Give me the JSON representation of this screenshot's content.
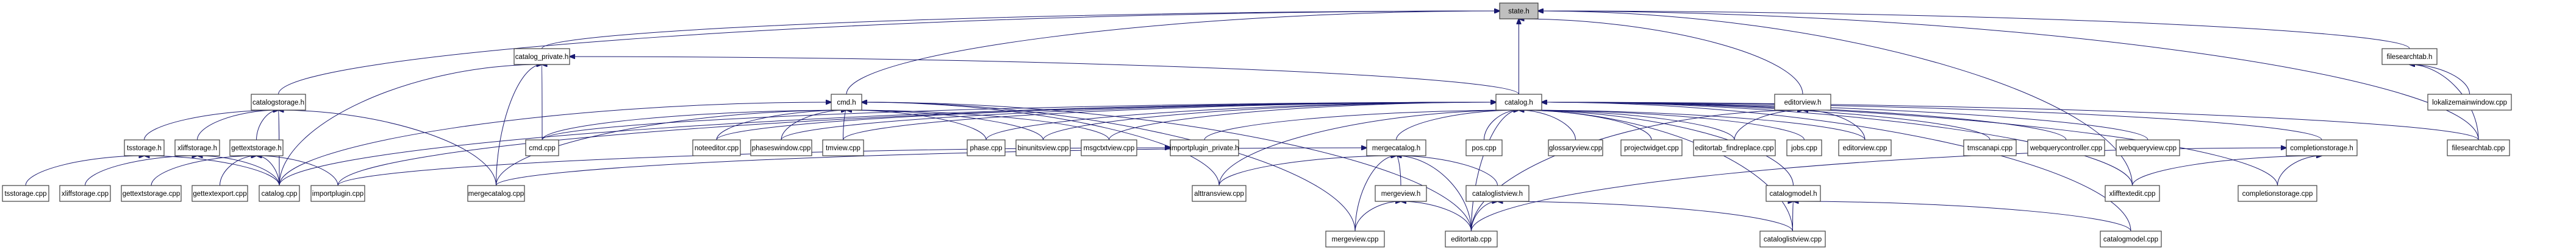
{
  "title": "state.h include dependency graph",
  "colors": {
    "edge": "#191970",
    "root_fill": "#bfbfbf",
    "node_fill": "#ffffff",
    "node_border": "#404040"
  },
  "nodes": [
    {
      "id": "state.h",
      "label": "state.h",
      "root": true
    },
    {
      "id": "catalog_private.h",
      "label": "catalog_private.h"
    },
    {
      "id": "catalogstorage.h",
      "label": "catalogstorage.h"
    },
    {
      "id": "cmd.h",
      "label": "cmd.h"
    },
    {
      "id": "catalog.h",
      "label": "catalog.h"
    },
    {
      "id": "editorview.h",
      "label": "editorview.h"
    },
    {
      "id": "filesearchtab.h",
      "label": "filesearchtab.h"
    },
    {
      "id": "tsstorage.h",
      "label": "tsstorage.h"
    },
    {
      "id": "xliffstorage.h",
      "label": "xliffstorage.h"
    },
    {
      "id": "gettextstorage.h",
      "label": "gettextstorage.h"
    },
    {
      "id": "cmd.cpp",
      "label": "cmd.cpp"
    },
    {
      "id": "noteeditor.cpp",
      "label": "noteeditor.cpp"
    },
    {
      "id": "phaseswindow.cpp",
      "label": "phaseswindow.cpp"
    },
    {
      "id": "tmview.cpp",
      "label": "tmview.cpp"
    },
    {
      "id": "phase.cpp",
      "label": "phase.cpp"
    },
    {
      "id": "binunitsview.cpp",
      "label": "binunitsview.cpp"
    },
    {
      "id": "msgctxtview.cpp",
      "label": "msgctxtview.cpp"
    },
    {
      "id": "importplugin_private.h",
      "label": "importplugin_private.h"
    },
    {
      "id": "mergecatalog.h",
      "label": "mergecatalog.h"
    },
    {
      "id": "pos.cpp",
      "label": "pos.cpp"
    },
    {
      "id": "glossaryview.cpp",
      "label": "glossaryview.cpp"
    },
    {
      "id": "projectwidget.cpp",
      "label": "projectwidget.cpp"
    },
    {
      "id": "editortab_findreplace.cpp",
      "label": "editortab_findreplace.cpp"
    },
    {
      "id": "jobs.cpp",
      "label": "jobs.cpp"
    },
    {
      "id": "editorview.cpp",
      "label": "editorview.cpp"
    },
    {
      "id": "tmscanapi.cpp",
      "label": "tmscanapi.cpp"
    },
    {
      "id": "webquerycontroller.cpp",
      "label": "webquerycontroller.cpp"
    },
    {
      "id": "webqueryview.cpp",
      "label": "webqueryview.cpp"
    },
    {
      "id": "completionstorage.h",
      "label": "completionstorage.h"
    },
    {
      "id": "filesearchtab.cpp",
      "label": "filesearchtab.cpp"
    },
    {
      "id": "lokalizemainwindow.cpp",
      "label": "lokalizemainwindow.cpp"
    },
    {
      "id": "tsstorage.cpp",
      "label": "tsstorage.cpp"
    },
    {
      "id": "xliffstorage.cpp",
      "label": "xliffstorage.cpp"
    },
    {
      "id": "gettextstorage.cpp",
      "label": "gettextstorage.cpp"
    },
    {
      "id": "gettextexport.cpp",
      "label": "gettextexport.cpp"
    },
    {
      "id": "catalog.cpp",
      "label": "catalog.cpp"
    },
    {
      "id": "importplugin.cpp",
      "label": "importplugin.cpp"
    },
    {
      "id": "mergecatalog.cpp",
      "label": "mergecatalog.cpp"
    },
    {
      "id": "alttransview.cpp",
      "label": "alttransview.cpp"
    },
    {
      "id": "mergeview.h",
      "label": "mergeview.h"
    },
    {
      "id": "cataloglistview.h",
      "label": "cataloglistview.h"
    },
    {
      "id": "catalogmodel.h",
      "label": "catalogmodel.h"
    },
    {
      "id": "xlifftextedit.cpp",
      "label": "xlifftextedit.cpp"
    },
    {
      "id": "completionstorage.cpp",
      "label": "completionstorage.cpp"
    },
    {
      "id": "mergeview.cpp",
      "label": "mergeview.cpp"
    },
    {
      "id": "editortab.cpp",
      "label": "editortab.cpp"
    },
    {
      "id": "cataloglistview.cpp",
      "label": "cataloglistview.cpp"
    },
    {
      "id": "catalogmodel.cpp",
      "label": "catalogmodel.cpp"
    }
  ],
  "edges": [
    [
      "catalog_private.h",
      "state.h"
    ],
    [
      "catalogstorage.h",
      "state.h"
    ],
    [
      "cmd.h",
      "state.h"
    ],
    [
      "catalog.h",
      "state.h"
    ],
    [
      "editorview.h",
      "state.h"
    ],
    [
      "filesearchtab.h",
      "state.h"
    ],
    [
      "xlifftextedit.cpp",
      "state.h"
    ],
    [
      "filesearchtab.cpp",
      "state.h"
    ],
    [
      "catalog.cpp",
      "catalog_private.h"
    ],
    [
      "cmd.cpp",
      "catalog_private.h"
    ],
    [
      "mergecatalog.cpp",
      "catalog_private.h"
    ],
    [
      "catalog.h",
      "catalog_private.h"
    ],
    [
      "tsstorage.h",
      "catalogstorage.h"
    ],
    [
      "xliffstorage.h",
      "catalogstorage.h"
    ],
    [
      "gettextstorage.h",
      "catalogstorage.h"
    ],
    [
      "catalog.cpp",
      "catalogstorage.h"
    ],
    [
      "mergecatalog.cpp",
      "catalogstorage.h"
    ],
    [
      "tsstorage.cpp",
      "tsstorage.h"
    ],
    [
      "catalog.cpp",
      "tsstorage.h"
    ],
    [
      "xliffstorage.cpp",
      "xliffstorage.h"
    ],
    [
      "catalog.cpp",
      "xliffstorage.h"
    ],
    [
      "gettextstorage.cpp",
      "gettextstorage.h"
    ],
    [
      "gettextexport.cpp",
      "gettextstorage.h"
    ],
    [
      "catalog.cpp",
      "gettextstorage.h"
    ],
    [
      "importplugin.cpp",
      "gettextstorage.h"
    ],
    [
      "cmd.cpp",
      "cmd.h"
    ],
    [
      "noteeditor.cpp",
      "cmd.h"
    ],
    [
      "phaseswindow.cpp",
      "cmd.h"
    ],
    [
      "tmview.cpp",
      "cmd.h"
    ],
    [
      "phase.cpp",
      "cmd.h"
    ],
    [
      "binunitsview.cpp",
      "cmd.h"
    ],
    [
      "msgctxtview.cpp",
      "cmd.h"
    ],
    [
      "catalog.cpp",
      "cmd.h"
    ],
    [
      "mergecatalog.cpp",
      "cmd.h"
    ],
    [
      "alttransview.cpp",
      "cmd.h"
    ],
    [
      "editortab.cpp",
      "cmd.h"
    ],
    [
      "mergeview.cpp",
      "cmd.h"
    ],
    [
      "cmd.cpp",
      "catalog.h"
    ],
    [
      "noteeditor.cpp",
      "catalog.h"
    ],
    [
      "phaseswindow.cpp",
      "catalog.h"
    ],
    [
      "tmview.cpp",
      "catalog.h"
    ],
    [
      "phase.cpp",
      "catalog.h"
    ],
    [
      "binunitsview.cpp",
      "catalog.h"
    ],
    [
      "msgctxtview.cpp",
      "catalog.h"
    ],
    [
      "importplugin_private.h",
      "catalog.h"
    ],
    [
      "mergecatalog.h",
      "catalog.h"
    ],
    [
      "pos.cpp",
      "catalog.h"
    ],
    [
      "glossaryview.cpp",
      "catalog.h"
    ],
    [
      "projectwidget.cpp",
      "catalog.h"
    ],
    [
      "editortab_findreplace.cpp",
      "catalog.h"
    ],
    [
      "jobs.cpp",
      "catalog.h"
    ],
    [
      "editorview.cpp",
      "catalog.h"
    ],
    [
      "tmscanapi.cpp",
      "catalog.h"
    ],
    [
      "webquerycontroller.cpp",
      "catalog.h"
    ],
    [
      "webqueryview.cpp",
      "catalog.h"
    ],
    [
      "completionstorage.h",
      "catalog.h"
    ],
    [
      "filesearchtab.cpp",
      "catalog.h"
    ],
    [
      "catalog.cpp",
      "catalog.h"
    ],
    [
      "importplugin.cpp",
      "catalog.h"
    ],
    [
      "alttransview.cpp",
      "catalog.h"
    ],
    [
      "catalogmodel.h",
      "catalog.h"
    ],
    [
      "xlifftextedit.cpp",
      "catalog.h"
    ],
    [
      "editortab.cpp",
      "catalog.h"
    ],
    [
      "cataloglistview.cpp",
      "catalog.h"
    ],
    [
      "catalogmodel.cpp",
      "catalog.h"
    ],
    [
      "completionstorage.cpp",
      "catalog.h"
    ],
    [
      "editortab_findreplace.cpp",
      "editorview.h"
    ],
    [
      "editorview.cpp",
      "editorview.h"
    ],
    [
      "editortab.cpp",
      "editorview.h"
    ],
    [
      "lokalizemainwindow.cpp",
      "filesearchtab.h"
    ],
    [
      "filesearchtab.cpp",
      "filesearchtab.h"
    ],
    [
      "importplugin.cpp",
      "importplugin_private.h"
    ],
    [
      "alttransview.cpp",
      "mergecatalog.h"
    ],
    [
      "mergeview.h",
      "mergecatalog.h"
    ],
    [
      "mergeview.cpp",
      "mergecatalog.h"
    ],
    [
      "cataloglistview.h",
      "mergecatalog.h"
    ],
    [
      "mergecatalog.cpp",
      "mergecatalog.h"
    ],
    [
      "editortab.cpp",
      "mergecatalog.h"
    ],
    [
      "mergeview.cpp",
      "mergeview.h"
    ],
    [
      "editortab.cpp",
      "mergeview.h"
    ],
    [
      "editortab.cpp",
      "cataloglistview.h"
    ],
    [
      "cataloglistview.cpp",
      "cataloglistview.h"
    ],
    [
      "cataloglistview.cpp",
      "catalogmodel.h"
    ],
    [
      "catalogmodel.cpp",
      "catalogmodel.h"
    ],
    [
      "xlifftextedit.cpp",
      "completionstorage.h"
    ],
    [
      "completionstorage.cpp",
      "completionstorage.h"
    ],
    [
      "editortab.cpp",
      "completionstorage.h"
    ]
  ]
}
